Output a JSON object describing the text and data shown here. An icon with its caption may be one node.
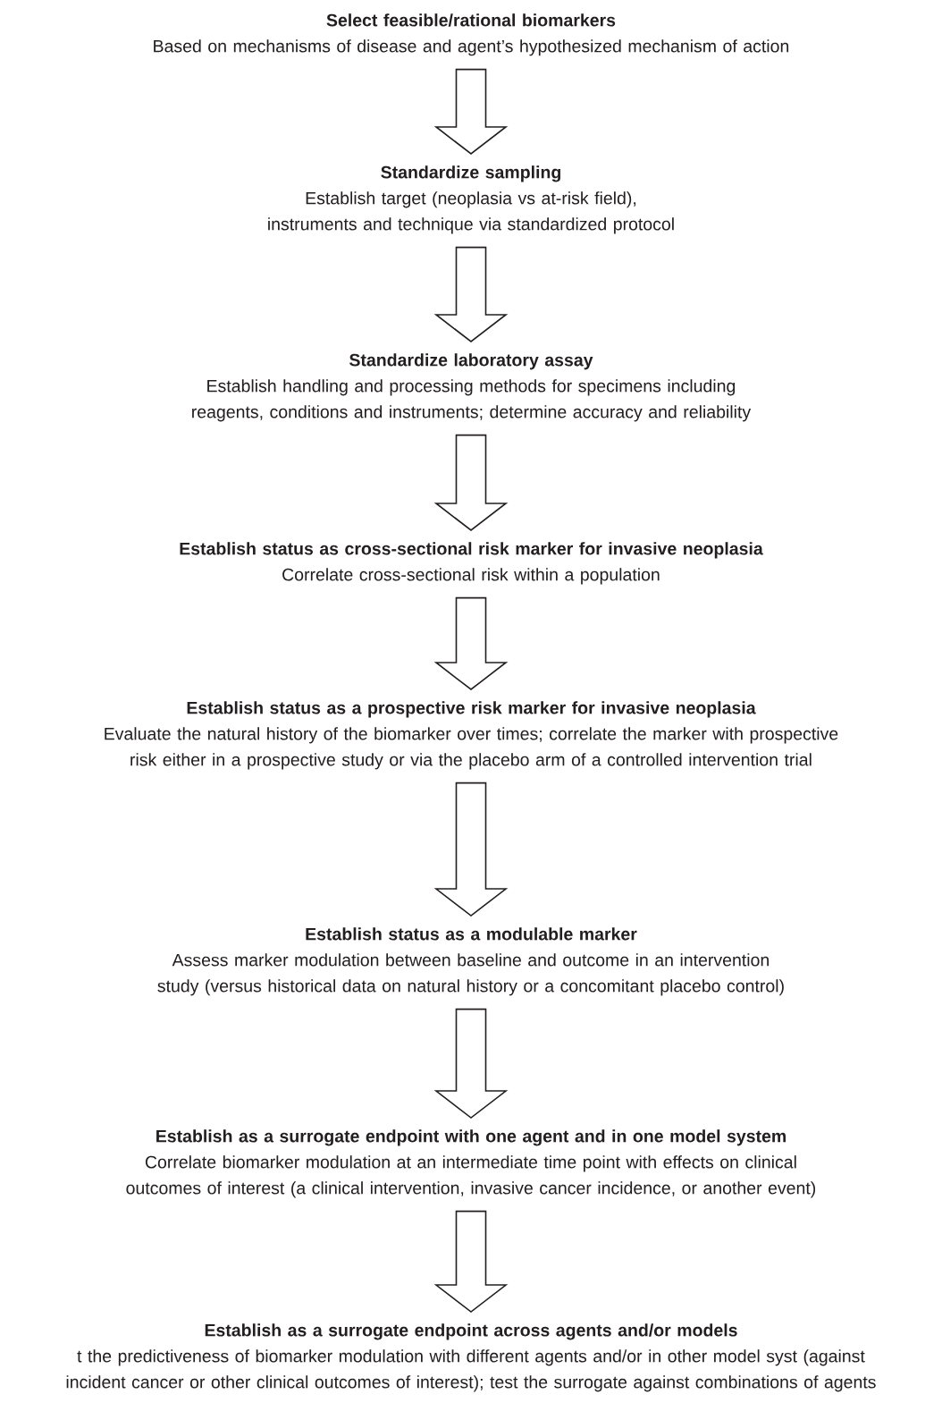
{
  "diagram": {
    "nodes": [
      {
        "text": [
          "Select feasible/rational biomarkers",
          "Based on mechanisms of disease and agent’s hypothesized mechanism of action"
        ]
      },
      {
        "text": [
          "Standardize sampling",
          "Establish target (neoplasia vs at-risk field), instruments and technique via standardized protocol"
        ]
      },
      {
        "text": [
          "Standardize laboratory assay",
          "Establish handling and processing methods for specimens including reagents, conditions and instruments; determine accuracy and reliability"
        ]
      },
      {
        "text": [
          "Establish status as cross-sectional risk marker for invasive neoplasia",
          "Correlate cross-sectional risk within a population"
        ]
      },
      {
        "text": [
          "Establish status as a prospective risk marker for invasive neoplasia",
          "Evaluate the natural history of the biomarker over times; correlate the marker with prospective risk either in a prospective study or via the placebo arm of a controlled intervention trial"
        ]
      },
      {
        "text": [
          "Establish status as a modulable marker",
          "Assess marker modulation between baseline and outcome in an intervention study (versus historical data on natural history or a concomitant placebo control)"
        ]
      },
      {
        "text": [
          "Establish as a surrogate endpoint with one agent and in one model system",
          "Correlate biomarker modulation at an intermediate time point with effects on clinical outcomes of interest (a clinical intervention, invasive cancer incidence, or another event)"
        ]
      },
      {
        "text": [
          "Establish as a surrogate endpoint across agents and/or models",
          "t the predictiveness of biomarker modulation with different agents and/or in other model syst (against incident cancer or other clinical outcomes of interest); test the surrogate against combinations of agents"
        ]
      }
    ],
    "edges": [
      {
        "from": 0,
        "to": 1,
        "arrow": "to"
      },
      {
        "from": 1,
        "to": 2,
        "arrow": "to"
      },
      {
        "from": 2,
        "to": 3,
        "arrow": "to"
      },
      {
        "from": 3,
        "to": 4,
        "arrow": "to"
      },
      {
        "from": 4,
        "to": 5,
        "arrow": "to"
      },
      {
        "from": 5,
        "to": 6,
        "arrow": "to"
      },
      {
        "from": 6,
        "to": 7,
        "arrow": "to"
      }
    ]
  }
}
